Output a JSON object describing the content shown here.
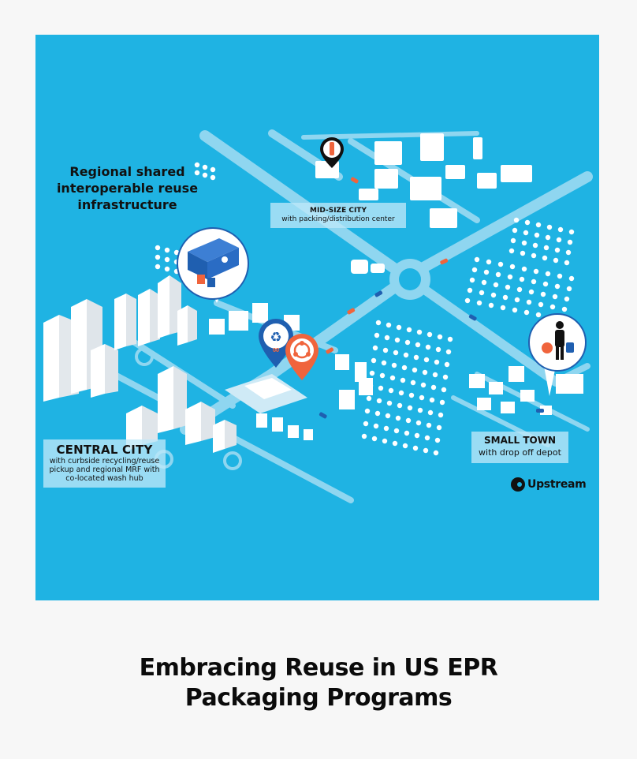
{
  "illustration": {
    "headline_lines": [
      "Regional shared",
      "interoperable reuse",
      "infrastructure"
    ],
    "mid_size_city": {
      "title": "MID-SIZE CITY",
      "subtitle": "with packing/distribution center"
    },
    "central_city": {
      "title": "CENTRAL CITY",
      "subtitle_lines": [
        "with curbside recycling/reuse",
        "pickup and regional MRF with",
        "co-located wash hub"
      ]
    },
    "small_town": {
      "title": "SMALL TOWN",
      "subtitle": "with drop off depot"
    },
    "brand": "Upstream",
    "colors": {
      "background": "#1fb3e3",
      "road": "#8fd6f0",
      "pin_blue": "#1f5fb0",
      "pin_orange": "#f0643c"
    },
    "icons": [
      "truck-icon",
      "recycle-icon",
      "reuse-icon",
      "bottle-icon",
      "person-icon"
    ]
  },
  "article": {
    "title_lines": [
      "Embracing Reuse in US EPR",
      "Packaging Programs"
    ]
  }
}
